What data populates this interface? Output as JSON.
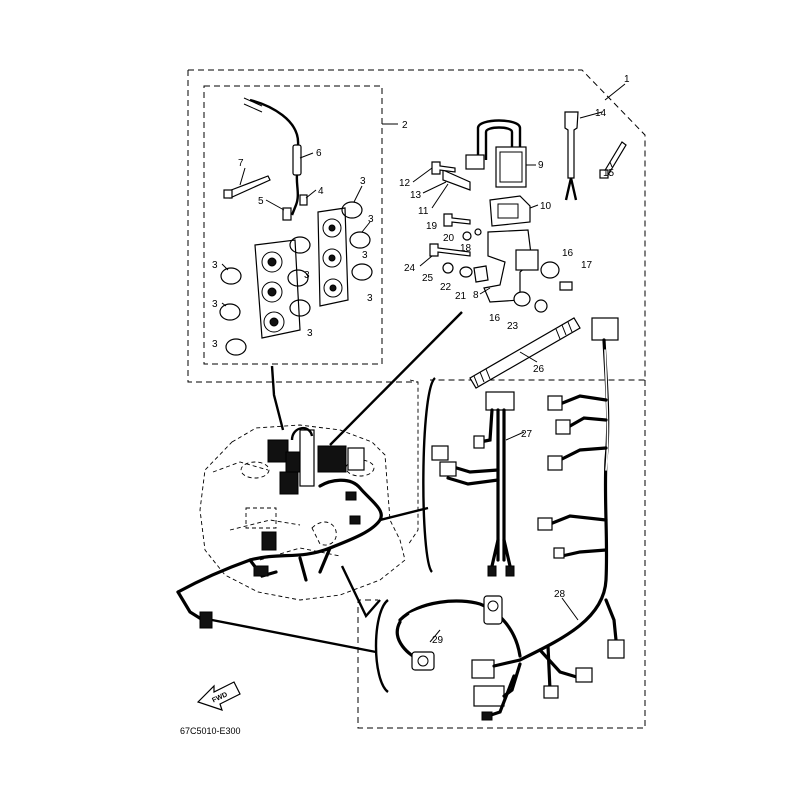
{
  "diagram": {
    "drawing_code": "67C5010-E300",
    "fwd_label": "FWD",
    "callouts": [
      "1",
      "2",
      "3",
      "4",
      "5",
      "6",
      "7",
      "8",
      "9",
      "10",
      "11",
      "12",
      "13",
      "14",
      "15",
      "16",
      "17",
      "18",
      "19",
      "20",
      "21",
      "22",
      "23",
      "24",
      "25",
      "26",
      "27",
      "28",
      "29"
    ],
    "o_ring_label": "3",
    "second_16_label": "16"
  }
}
